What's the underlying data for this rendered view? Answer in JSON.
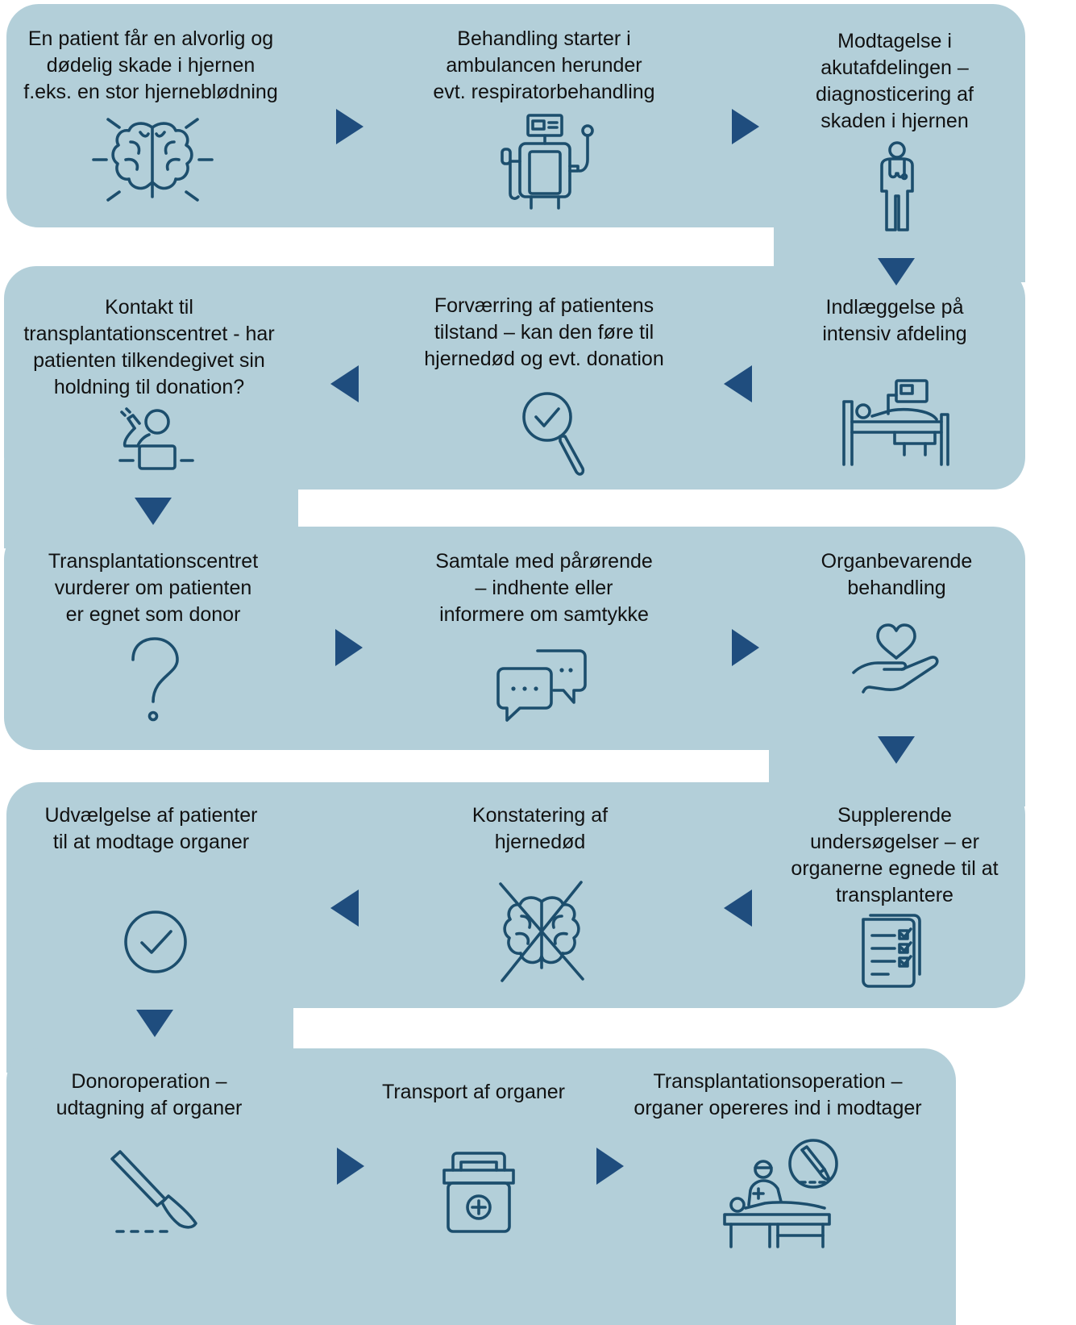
{
  "colors": {
    "band": "#b3cfd9",
    "arrow": "#1f4d7e",
    "icon": "#1c4e6d",
    "text": "#111111"
  },
  "steps": [
    {
      "id": 1,
      "text": "En patient får en alvorlig og\ndødelig skade i hjernen\nf.eks. en stor hjerneblødning",
      "icon": "brain-icon"
    },
    {
      "id": 2,
      "text": "Behandling starter i\nambulancen herunder\nevt. respiratorbehandling",
      "icon": "ventilator-icon"
    },
    {
      "id": 3,
      "text": "Modtagelse i\nakutafdelingen –\ndiagnosticering af\nskaden i hjernen",
      "icon": "doctor-icon"
    },
    {
      "id": 4,
      "text": "Indlæggelse på\nintensiv afdeling",
      "icon": "hospital-bed-icon"
    },
    {
      "id": 5,
      "text": "Forværring af patientens\ntilstand – kan den føre til\nhjernedød og evt. donation",
      "icon": "magnifier-check-icon"
    },
    {
      "id": 6,
      "text": "Kontakt til\ntransplantationscentret - har\npatienten tilkendegivet sin\nholdning til donation?",
      "icon": "phone-call-icon"
    },
    {
      "id": 7,
      "text": "Transplantationscentret\nvurderer om patienten\ner egnet som donor",
      "icon": "question-mark-icon"
    },
    {
      "id": 8,
      "text": "Samtale med pårørende\n– indhente eller\ninformere om samtykke",
      "icon": "chat-bubbles-icon"
    },
    {
      "id": 9,
      "text": "Organbevarende\nbehandling",
      "icon": "heart-hand-icon"
    },
    {
      "id": 10,
      "text": "Supplerende\nundersøgelser – er\norganerne egnede til at\ntransplantere",
      "icon": "checklist-icon"
    },
    {
      "id": 11,
      "text": "Konstatering af\nhjernedød",
      "icon": "brain-crossed-icon"
    },
    {
      "id": 12,
      "text": "Udvælgelse af patienter\ntil at modtage organer",
      "icon": "check-circle-icon"
    },
    {
      "id": 13,
      "text": "Donoroperation –\nudtagning af organer",
      "icon": "scalpel-icon"
    },
    {
      "id": 14,
      "text": "Transport af organer",
      "icon": "medical-cooler-icon"
    },
    {
      "id": 15,
      "text": "Transplantationsoperation –\norganer opereres ind i modtager",
      "icon": "surgery-icon"
    }
  ]
}
